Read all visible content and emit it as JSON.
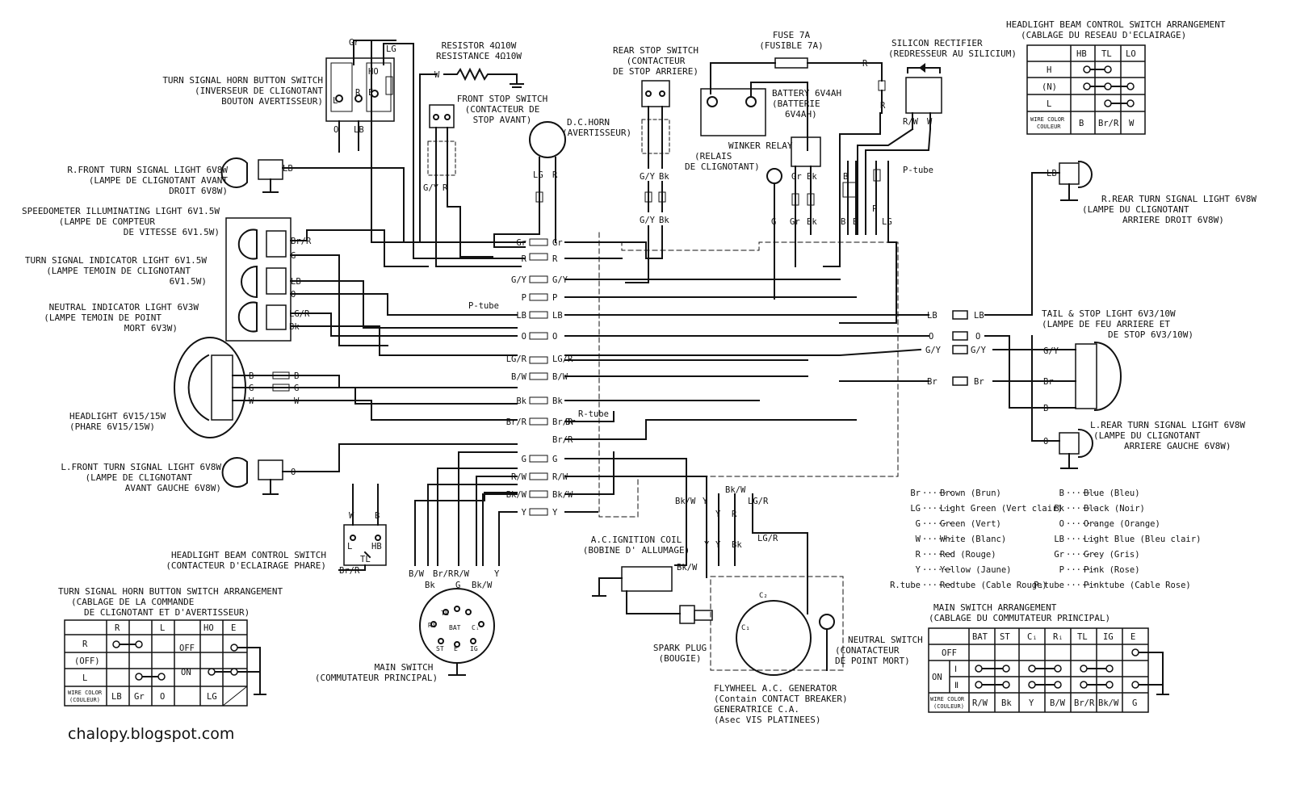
{
  "site": "chalopy.blogspot.com",
  "components": {
    "turn_horn_switch": [
      "TURN SIGNAL HORN BUTTON SWITCH",
      "(INVERSEUR DE CLIGNOTANT",
      "BOUTON AVERTISSEUR)"
    ],
    "resistor": [
      "RESISTOR 4Ω10W",
      "RESISTANCE 4Ω10W"
    ],
    "front_stop": [
      "FRONT STOP SWITCH",
      "(CONTACTEUR DE",
      "STOP AVANT)"
    ],
    "dc_horn": [
      "D.C.HORN",
      "(AVERTISSEUR)"
    ],
    "rear_stop": [
      "REAR STOP SWITCH",
      "(CONTACTEUR",
      "DE STOP ARRIERE)"
    ],
    "fuse": [
      "FUSE 7A",
      "(FUSIBLE 7A)"
    ],
    "battery": [
      "BATTERY 6V4AH",
      "(BATTERIE",
      "6V4AH)"
    ],
    "winker_relay": [
      "WINKER RELAY",
      "(RELAIS",
      "DE CLIGNOTANT)"
    ],
    "rectifier": [
      "SILICON RECTIFIER",
      "(REDRESSEUR AU SILICIUM)"
    ],
    "r_front_turn": [
      "R.FRONT TURN SIGNAL LIGHT 6V8W",
      "(LAMPE DE CLIGNOTANT AVANT",
      "DROIT  6V8W)"
    ],
    "speedo_light": [
      "SPEEDOMETER ILLUMINATING LIGHT 6V1.5W",
      "(LAMPE DE COMPTEUR",
      "DE VITESSE 6V1.5W)"
    ],
    "turn_indicator": [
      "TURN SIGNAL INDICATOR  LIGHT 6V1.5W",
      "(LAMPE TEMOIN DE CLIGNOTANT",
      "6V1.5W)"
    ],
    "neutral_indicator": [
      "NEUTRAL INDICATOR LIGHT 6V3W",
      "(LAMPE TEMOIN DE POINT",
      "MORT 6V3W)"
    ],
    "headlight": [
      "HEADLIGHT 6V15/15W",
      "(PHARE 6V15/15W)"
    ],
    "l_front_turn": [
      "L.FRONT TURN SIGNAL LIGHT 6V8W",
      "(LAMPE DE CLIGNOTANT",
      "AVANT GAUCHE 6V8W)"
    ],
    "beam_switch": [
      "HEADLIGHT BEAM CONTROL SWITCH",
      "(CONTACTEUR D'ECLAIRAGE PHARE)"
    ],
    "main_switch": [
      "MAIN SWITCH",
      "(COMMUTATEUR PRINCIPAL)"
    ],
    "ign_coil": [
      "A.C.IGNITION COIL",
      "(BOBINE D' ALLUMAGE)"
    ],
    "spark_plug": [
      "SPARK PLUG",
      "(BOUGIE)"
    ],
    "flywheel": [
      "FLYWHEEL A.C. GENERATOR",
      "(Contain CONTACT BREAKER)",
      "GENERATRICE C.A.",
      "(Asec VIS PLATINEES)"
    ],
    "neutral_switch": [
      "NEUTRAL SWITCH",
      "(CONATACTEUR",
      "DE POINT MORT)"
    ],
    "r_rear_turn": [
      "R.REAR TURN SIGNAL LIGHT 6V8W",
      "(LAMPE DU CLIGNOTANT",
      "ARRIERE DROIT 6V8W)"
    ],
    "tail_stop": [
      "TAIL & STOP LIGHT 6V3/10W",
      "(LAMPE DE FEU ARRIERE ET",
      "DE STOP 6V3/10W)"
    ],
    "l_rear_turn": [
      "L.REAR TURN SIGNAL LIGHT 6V8W",
      "(LAMPE DU CLIGNOTANT",
      "ARRIERE GAUCHE 6V8W)"
    ]
  },
  "harness_wires": [
    "Gr",
    "R",
    "G/Y",
    "P",
    "LB",
    "O",
    "LG/R",
    "B/W",
    "Bk",
    "Br/R",
    "G",
    "R/W",
    "Bk/W",
    "Y"
  ],
  "harness_extra": {
    "p_tube": "P-tube",
    "r_tube": "R-tube",
    "lower_br_r": "Br/R",
    "br_r_right": "Br"
  },
  "wire_labels": {
    "gr": "Gr",
    "lg": "LG",
    "o": "O",
    "lb": "LB",
    "w": "W",
    "r": "R",
    "r_w": "R/W",
    "g_y": "G/Y",
    "bk": "Bk",
    "g": "G",
    "b": "B",
    "p": "P",
    "br_r": "Br/R",
    "br": "Br",
    "lg_r": "LG/R",
    "y": "Y",
    "bk_w": "Bk/W",
    "b_w": "B/W",
    "ho": "HO",
    "e": "E",
    "l": "L",
    "hb": "HB",
    "tl": "TL",
    "c1": "C₁",
    "c2": "C₂",
    "ri": "Ri",
    "bat": "BAT",
    "st": "ST",
    "ig": "IG",
    "ci": "Cᵢ",
    "p_tube": "P-tube"
  },
  "legend": [
    [
      "Br",
      "Brown (Brun)"
    ],
    [
      "LG",
      "Light Green (Vert clair)"
    ],
    [
      "G",
      "Green (Vert)"
    ],
    [
      "W",
      "White (Blanc)"
    ],
    [
      "R",
      "Red   (Rouge)"
    ],
    [
      "Y",
      "Yellow (Jaune)"
    ],
    [
      "R.tube",
      "Redtube (Cable Rouge)"
    ],
    [
      "B",
      "Blue (Bleu)"
    ],
    [
      "Bk",
      "Black (Noir)"
    ],
    [
      "O",
      "Orange (Orange)"
    ],
    [
      "LB",
      "Light Blue (Bleu clair)"
    ],
    [
      "Gr",
      "Grey (Gris)"
    ],
    [
      "P",
      "Pink (Rose)"
    ],
    [
      "P.tube",
      "Pinktube (Cable Rose)"
    ]
  ],
  "hl_table": {
    "title": [
      "HEADLIGHT BEAM CONTROL SWITCH ARRANGEMENT",
      "(CABLAGE DU RESEAU D'ECLAIRAGE)"
    ],
    "headers": [
      "",
      "HB",
      "TL",
      "LO"
    ],
    "rows": [
      "H",
      "(N)",
      "L"
    ],
    "wire_hdr": "WIRE COLOR",
    "wire_hdr2": "COULEUR",
    "colors": [
      "B",
      "Br/R",
      "W"
    ]
  },
  "th_table": {
    "title": [
      "TURN SIGNAL HORN BUTTON SWITCH ARRANGEMENT",
      "(CABLAGE DE LA COMMANDE",
      "DE CLIGNOTANT ET D'AVERTISSEUR)"
    ],
    "headers": [
      "",
      "R",
      "L",
      "",
      "HO",
      "E"
    ],
    "rows": [
      "R",
      "(OFF)",
      "L"
    ],
    "off": "OFF",
    "on": "ON",
    "wire_hdr": "WIRE COLOR",
    "wire_hdr2": "(COULEUR)",
    "colors": [
      "LB",
      "Gr",
      "O",
      "",
      "LG"
    ]
  },
  "ms_table": {
    "title": [
      "MAIN SWITCH ARRANGEMENT",
      "(CABLAGE DU COMMUTATEUR PRINCIPAL)"
    ],
    "headers": [
      "",
      "",
      "BAT",
      "ST",
      "Cᵢ",
      "Rᵢ",
      "TL",
      "IG",
      "E"
    ],
    "off": "OFF",
    "on": "ON",
    "on1": "Ⅰ",
    "on2": "Ⅱ",
    "wire_hdr": "WIRE COLOR",
    "wire_hdr2": "(COULEUR)",
    "colors": [
      "R/W",
      "Bk",
      "Y",
      "B/W",
      "Br/R",
      "Bk/W",
      "G"
    ]
  }
}
